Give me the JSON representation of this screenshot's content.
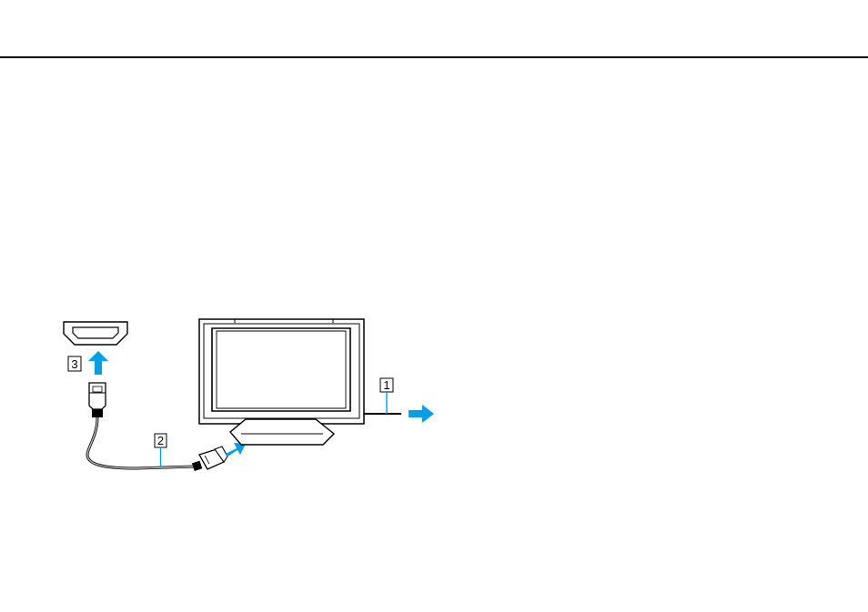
{
  "diagram": {
    "callouts": [
      {
        "id": "callout-1",
        "label": "1"
      },
      {
        "id": "callout-2",
        "label": "2"
      },
      {
        "id": "callout-3",
        "label": "3"
      }
    ],
    "arrow_color": "#00a0e9",
    "line_color": "#000000"
  }
}
